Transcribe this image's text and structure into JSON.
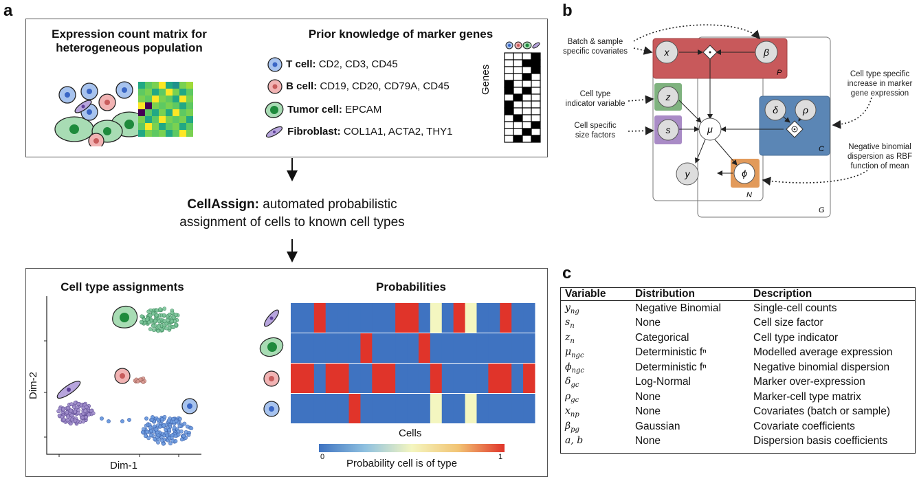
{
  "panel_a": {
    "label": "a",
    "top_box": {
      "matrix_title_line1": "Expression count matrix for",
      "matrix_title_line2": "heterogeneous population",
      "prior_title": "Prior knowledge of marker genes",
      "genes_label": "Genes",
      "markers": [
        {
          "cell": "T cell:",
          "genes": "CD2, CD3, CD45",
          "color": "#5b8fd4"
        },
        {
          "cell": "B cell:",
          "genes": "CD19, CD20, CD79A, CD45",
          "color": "#d98f8f"
        },
        {
          "cell": "Tumor cell:",
          "genes": "EPCAM",
          "color": "#3e9b5a"
        },
        {
          "cell": "Fibroblast:",
          "genes": "COL1A1, ACTA2, THY1",
          "color": "#8d78c0"
        }
      ]
    },
    "method": {
      "name": "CellAssign:",
      "line1_rest": "automated probabilistic",
      "line2": "assignment of cells to known cell types"
    },
    "bottom_box": {
      "scatter_title": "Cell type assignments",
      "heatmap_title": "Probabilities",
      "x_label": "Dim-1",
      "y_label": "Dim-2",
      "cells_label": "Cells",
      "colorbar_min": "0",
      "colorbar_max": "1",
      "colorbar_label": "Probability cell is of type"
    }
  },
  "panel_b": {
    "label": "b",
    "annotations": {
      "batch_1": "Batch & sample",
      "batch_2": "specific covariates",
      "indicator_1": "Cell type",
      "indicator_2": "indicator variable",
      "size_1": "Cell specific",
      "size_2": "size factors",
      "inc_1": "Cell type specific",
      "inc_2": "increase in marker",
      "inc_3": "gene expression",
      "disp_1": "Negative binomial",
      "disp_2": "dispersion as RBF",
      "disp_3": "function of mean"
    },
    "nodes": {
      "x": "x",
      "beta": "β",
      "z": "z",
      "s": "s",
      "mu": "μ",
      "delta": "δ",
      "rho": "ρ",
      "y": "y",
      "phi": "ϕ"
    },
    "plates": {
      "P": "P",
      "C": "C",
      "N": "N",
      "G": "G"
    },
    "colors": {
      "red": "#c8595b",
      "green": "#7fb27f",
      "purple": "#a98bc6",
      "blue": "#5b86b5",
      "orange": "#e29a5a"
    }
  },
  "panel_c": {
    "label": "c",
    "headers": [
      "Variable",
      "Distribution",
      "Description"
    ],
    "rows": [
      {
        "var": "y",
        "sub": "ng",
        "dist": "Negative Binomial",
        "desc": "Single-cell counts"
      },
      {
        "var": "s",
        "sub": "n",
        "dist": "None",
        "desc": "Cell size factor"
      },
      {
        "var": "z",
        "sub": "n",
        "dist": "Categorical",
        "desc": "Cell type indicator"
      },
      {
        "var": "μ",
        "sub": "ngc",
        "dist": "Deterministic fⁿ",
        "desc": "Modelled average expression"
      },
      {
        "var": "ϕ",
        "sub": "ngc",
        "dist": "Deterministic fⁿ",
        "desc": "Negative binomial dispersion"
      },
      {
        "var": "δ",
        "sub": "gc",
        "dist": "Log-Normal",
        "desc": "Marker over-expression"
      },
      {
        "var": "ρ",
        "sub": "gc",
        "dist": "None",
        "desc": "Marker-cell type matrix"
      },
      {
        "var": "x",
        "sub": "np",
        "dist": "None",
        "desc": "Covariates (batch or sample)"
      },
      {
        "var": "β",
        "sub": "pg",
        "dist": "Gaussian",
        "desc": "Covariate coefficients"
      },
      {
        "var": "a, b",
        "sub": "",
        "dist": "None",
        "desc": "Dispersion basis coefficients"
      }
    ]
  }
}
